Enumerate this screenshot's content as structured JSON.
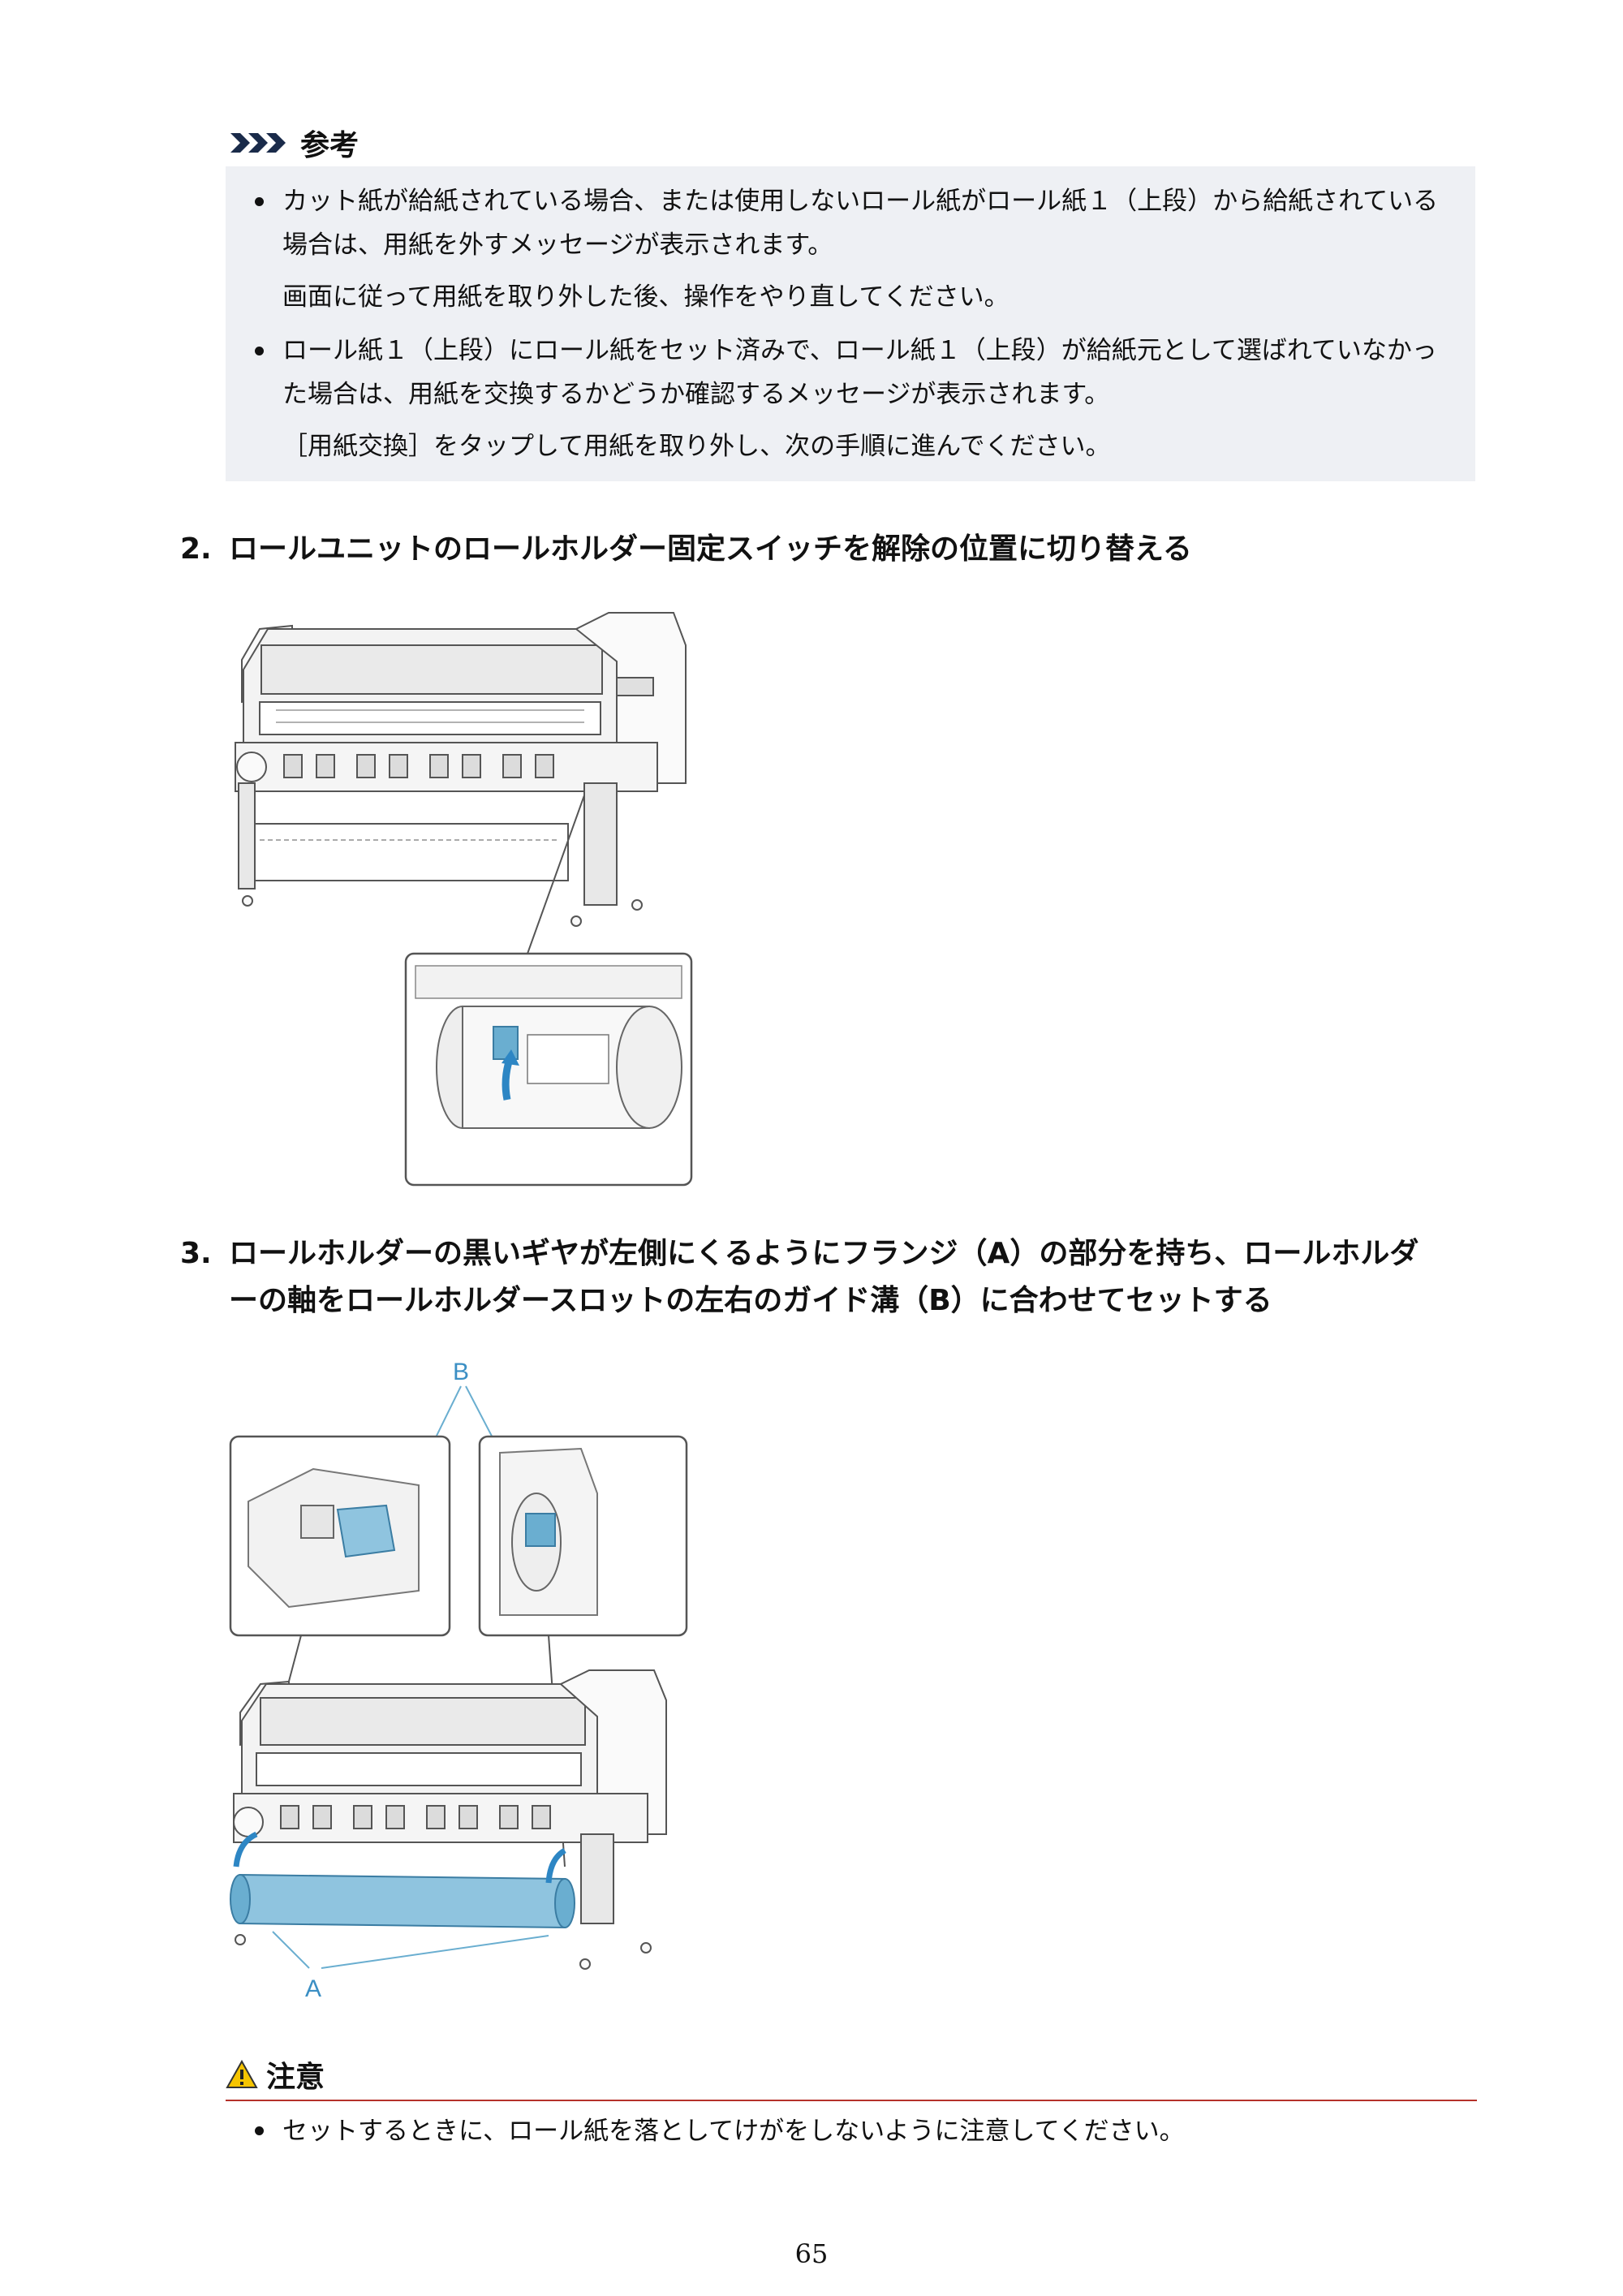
{
  "reference": {
    "title": "参考",
    "items": [
      {
        "text": "カット紙が給紙されている場合、または使用しないロール紙がロール紙１（上段）から給紙されている場合は、用紙を外すメッセージが表示されます。",
        "note": "画面に従って用紙を取り外した後、操作をやり直してください。"
      },
      {
        "text": "ロール紙１（上段）にロール紙をセット済みで、ロール紙１（上段）が給紙元として選ばれていなかった場合は、用紙を交換するかどうか確認するメッセージが表示されます。",
        "note": "［用紙交換］をタップして用紙を取り外し、次の手順に進んでください。"
      }
    ]
  },
  "steps": [
    {
      "number": "2.",
      "text": "ロールユニットのロールホルダー固定スイッチを解除の位置に切り替える"
    },
    {
      "number": "3.",
      "text_line1": "ロールホルダーの黒いギヤが左側にくるようにフランジ（A）の部分を持ち、ロールホルダ",
      "text_line2": "ーの軸をロールホルダースロットの左右のガイド溝（B）に合わせてセットする"
    }
  ],
  "figure2": {
    "labels": {
      "b": "B",
      "a": "A"
    }
  },
  "caution": {
    "title": "注意",
    "items": [
      "セットするときに、ロール紙を落としてけがをしないように注意してください。"
    ]
  },
  "page_number": "65",
  "colors": {
    "accent_blue": "#6aaed0",
    "caution_red": "#b5312a",
    "note_bg": "#eef0f4"
  }
}
